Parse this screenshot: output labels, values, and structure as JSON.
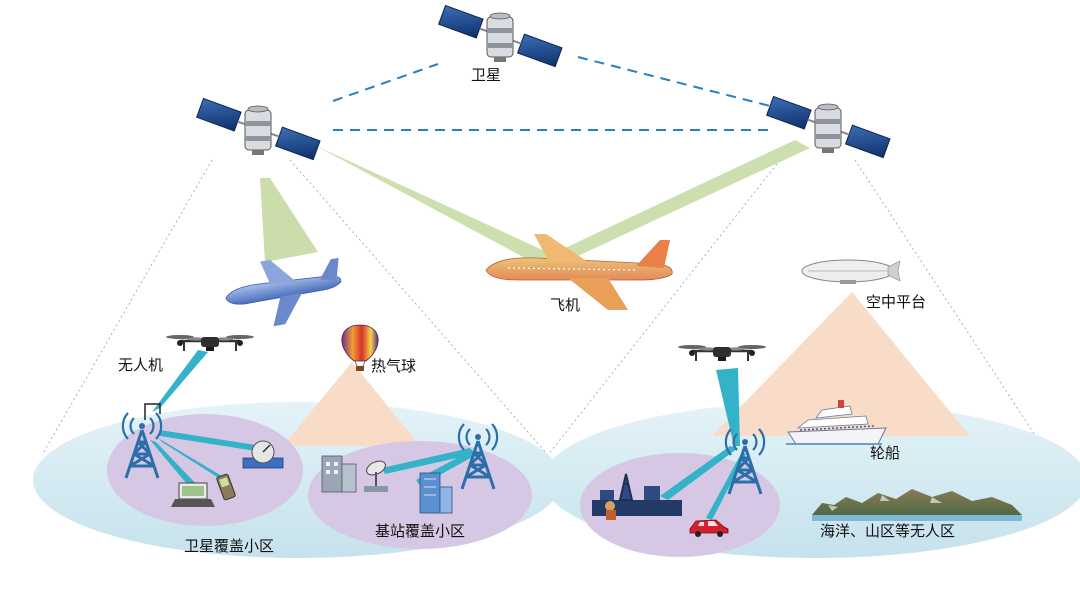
{
  "labels": {
    "satellite": "卫星",
    "aircraft": "飞机",
    "aerial_platform": "空中平台",
    "uav_left": "无人机",
    "hot_air_balloon": "热气球",
    "ship": "轮船",
    "satellite_cell": "卫星覆盖小区",
    "base_station_cell": "基站覆盖小区",
    "remote_area": "海洋、山区等无人区"
  },
  "colors": {
    "beam_green": "#c8dba6",
    "beam_cyan": "#34b2c8",
    "beam_peach": "#f8dcc8",
    "coverage_ellipse": "#cfe8f0",
    "cell_purple": "#d6c8e4",
    "link_dash": "#2a7fc1",
    "tower_blue": "#2b6ea9"
  },
  "icons": [
    "satellite-icon",
    "airplane-icon",
    "airship-icon",
    "drone-icon",
    "hot-air-balloon-icon",
    "cell-tower-icon",
    "ship-icon",
    "car-icon",
    "mountain-icon"
  ]
}
